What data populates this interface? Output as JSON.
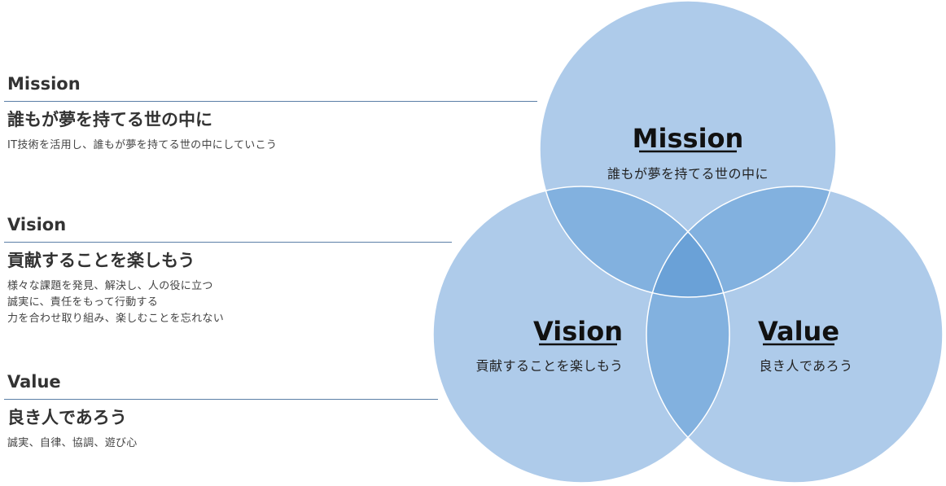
{
  "sections": [
    {
      "key": "mission",
      "heading": "Mission",
      "title": "誰もが夢を持てる世の中に",
      "lines": [
        "IT技術を活用し、誰もが夢を持てる世の中にしていこう"
      ]
    },
    {
      "key": "vision",
      "heading": "Vision",
      "title": "貢献することを楽しもう",
      "lines": [
        "様々な課題を発見、解決し、人の役に立つ",
        "誠実に、責任をもって行動する",
        "力を合わせ取り組み、楽しむことを忘れない"
      ]
    },
    {
      "key": "value",
      "heading": "Value",
      "title": "良き人であろう",
      "lines": [
        "誠実、自律、協調、遊び心"
      ]
    }
  ],
  "venn": {
    "circles": [
      {
        "key": "mission",
        "title": "Mission",
        "subtitle": "誰もが夢を持てる世の中に"
      },
      {
        "key": "vision",
        "title": "Vision",
        "subtitle": "貢献することを楽しもう"
      },
      {
        "key": "value",
        "title": "Value",
        "subtitle": "良き人であろう"
      }
    ],
    "colors": {
      "fill": "#aecbea",
      "overlap": "#82b1df",
      "center": "#6aa1d7",
      "stroke": "#ffffff",
      "rule": "#5b7fa6"
    }
  }
}
